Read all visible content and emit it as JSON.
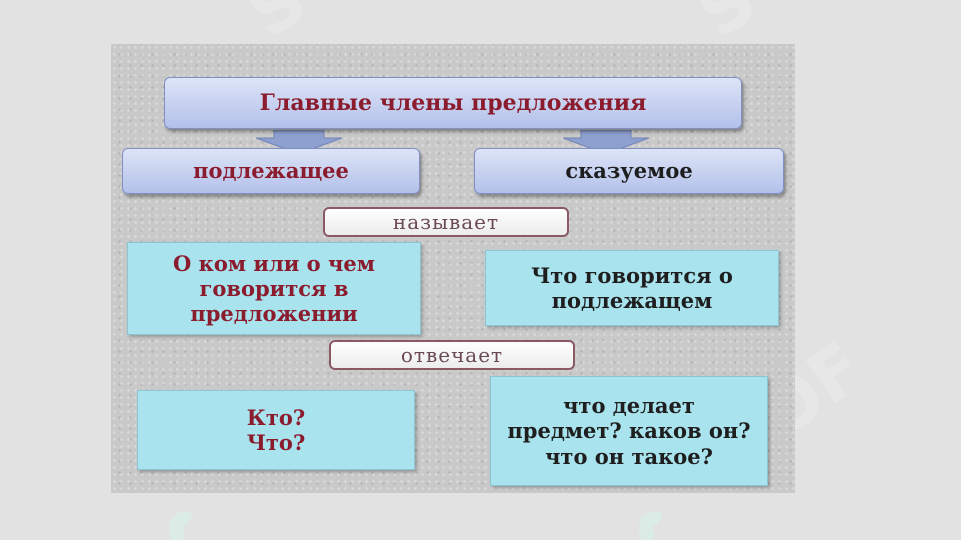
{
  "title": "Главные члены предложения",
  "left_header": "подлежащее",
  "right_header": "сказуемое",
  "label_names": "называет",
  "label_answers": "отвечает",
  "left_names_text": "О ком или о чем говорится в предложении",
  "right_names_text": "Что говорится о подлежащем",
  "left_answers": [
    "Кто?",
    "Что?"
  ],
  "right_answers_text": "что делает предмет? каков он? что он такое?",
  "colors": {
    "title_text": "#8b1c2e",
    "header_fill": "#b3c1ea",
    "cell_fill": "#a9e3ee",
    "label_border": "#8a5a64"
  }
}
